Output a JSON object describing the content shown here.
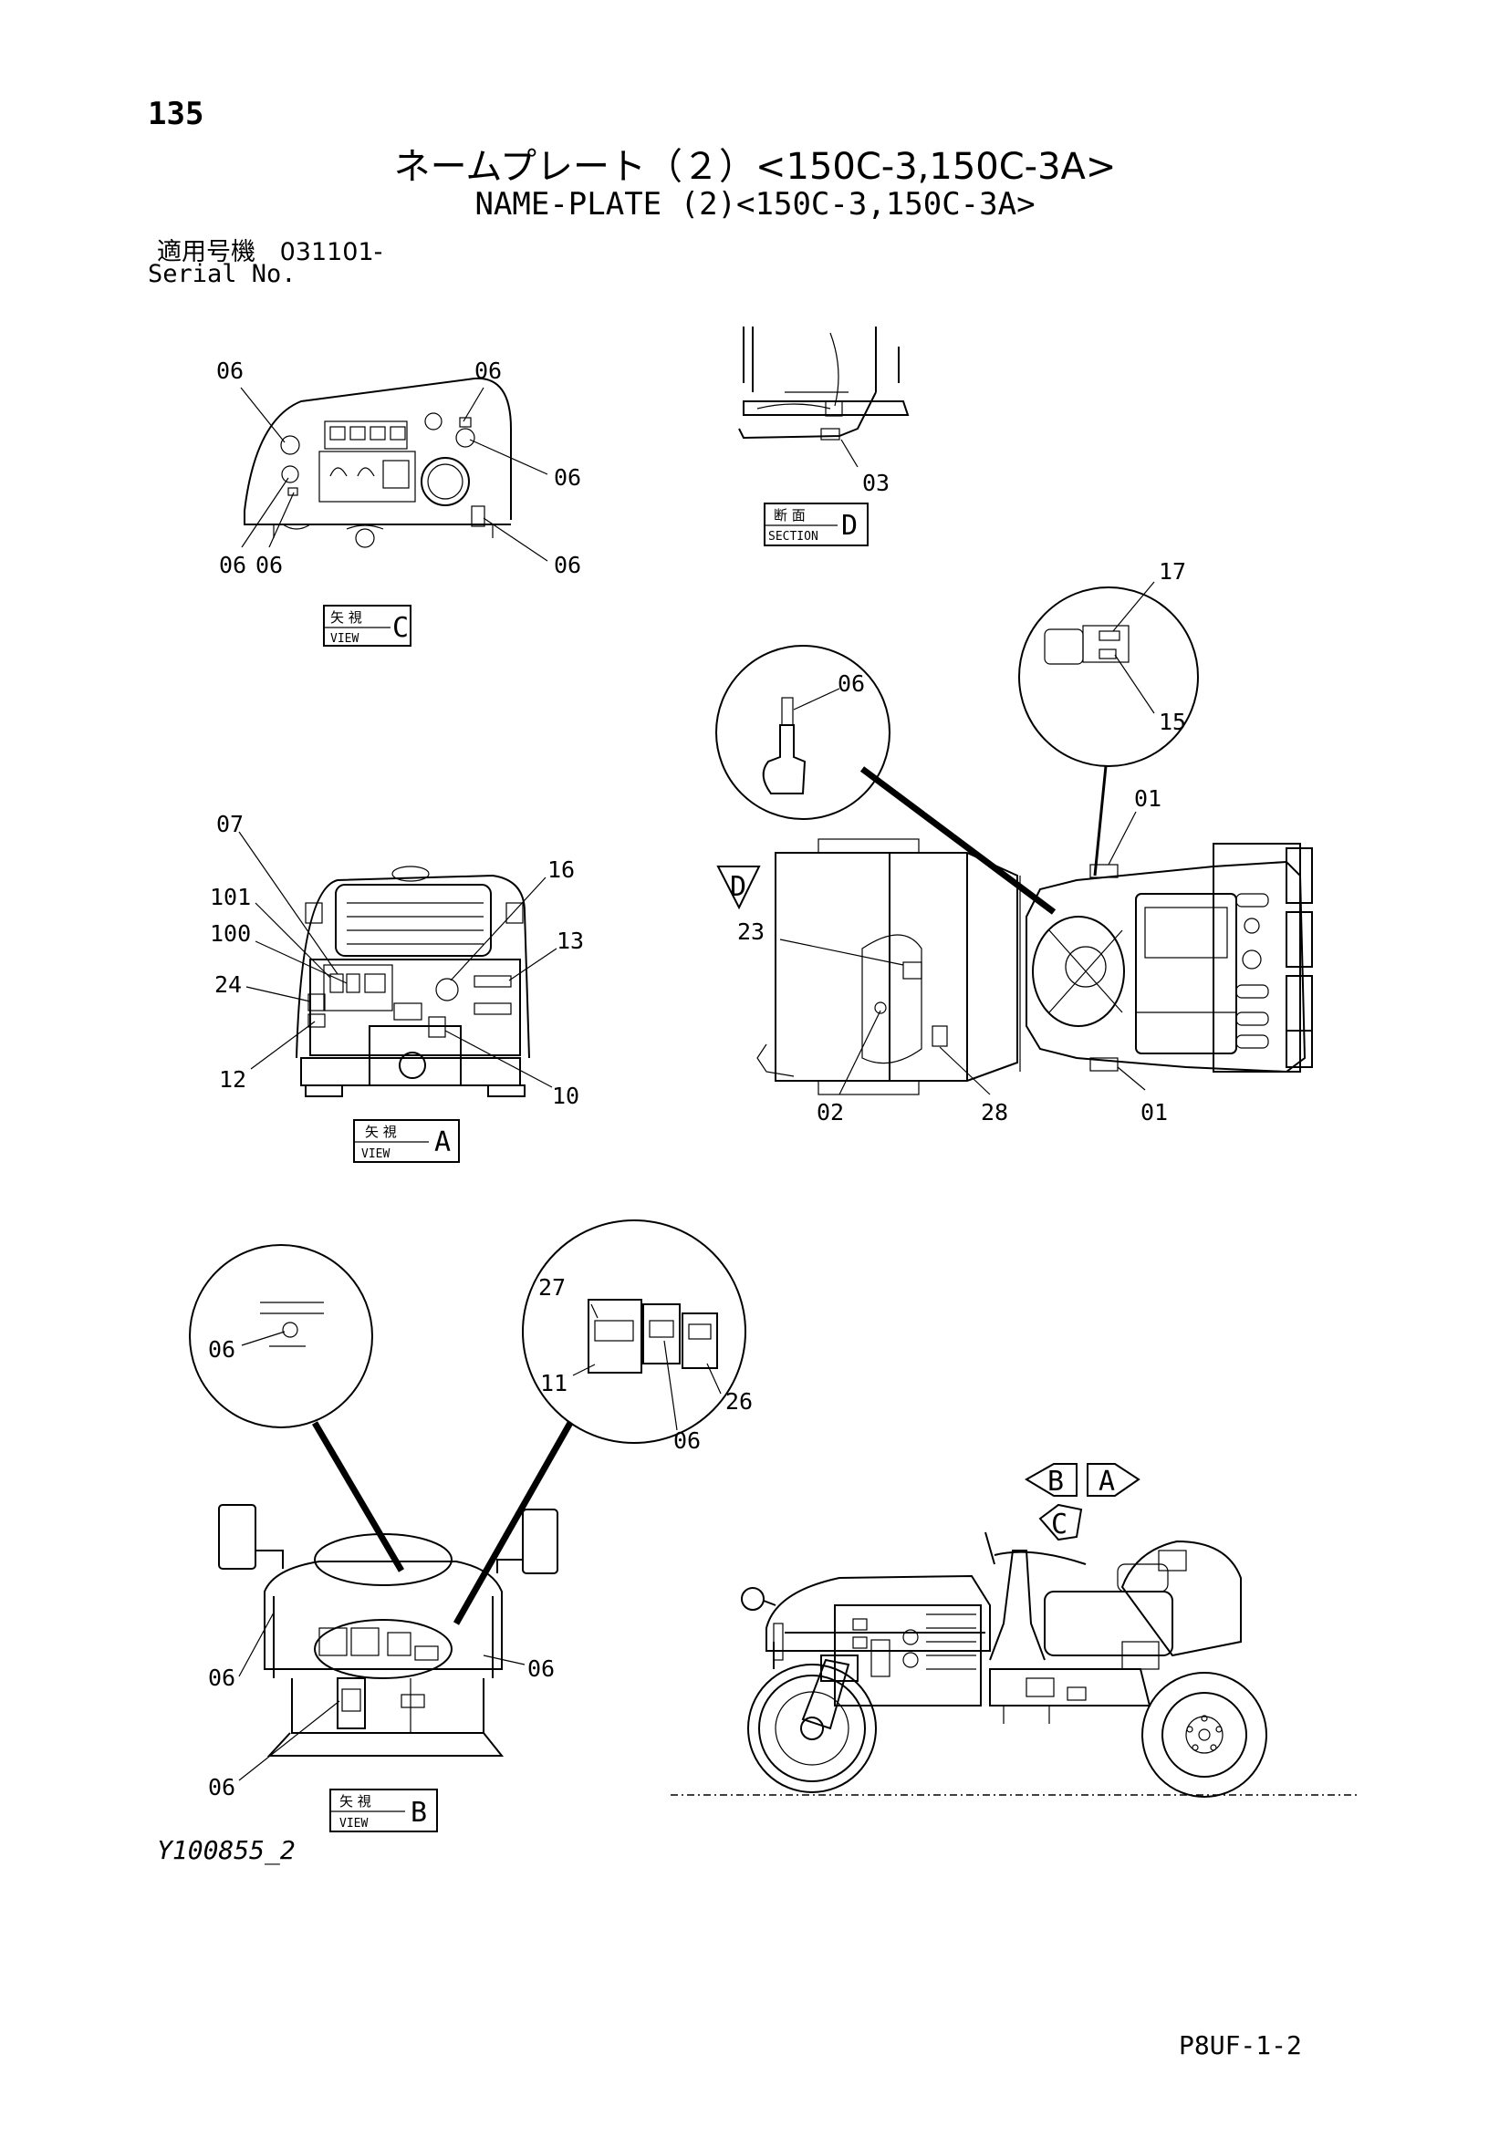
{
  "header": {
    "page_number": "135",
    "title_jp": "ネームプレート（２）<150C-3,150C-3A>",
    "title_en": "NAME-PLATE (2)<150C-3,150C-3A>",
    "serial_label_jp": "適用号機",
    "serial_value": "031101-",
    "serial_label_en": "Serial No."
  },
  "views": {
    "view_c": {
      "jp": "矢  視",
      "en": "VIEW",
      "letter": "C"
    },
    "section_d": {
      "jp": "断  面",
      "en": "SECTION",
      "letter": "D"
    },
    "view_a": {
      "jp": "矢  視",
      "en": "VIEW",
      "letter": "A"
    },
    "view_b": {
      "jp": "矢  視",
      "en": "VIEW",
      "letter": "B"
    },
    "arrow_b": "B",
    "arrow_a": "A",
    "arrow_c": "C",
    "arrow_d": "D"
  },
  "callouts": {
    "view_c": [
      "06",
      "06",
      "06",
      "06",
      "06",
      "06"
    ],
    "section_d": [
      "03"
    ],
    "top_view": [
      "17",
      "15",
      "06",
      "01",
      "23",
      "02",
      "28",
      "01"
    ],
    "view_a": [
      "07",
      "101",
      "100",
      "24",
      "12",
      "16",
      "13",
      "10"
    ],
    "view_b": [
      "06",
      "27",
      "11",
      "06",
      "26",
      "06",
      "06",
      "06"
    ]
  },
  "footer": {
    "drawing_id": "Y100855_2",
    "page_code": "P8UF-1-2"
  }
}
